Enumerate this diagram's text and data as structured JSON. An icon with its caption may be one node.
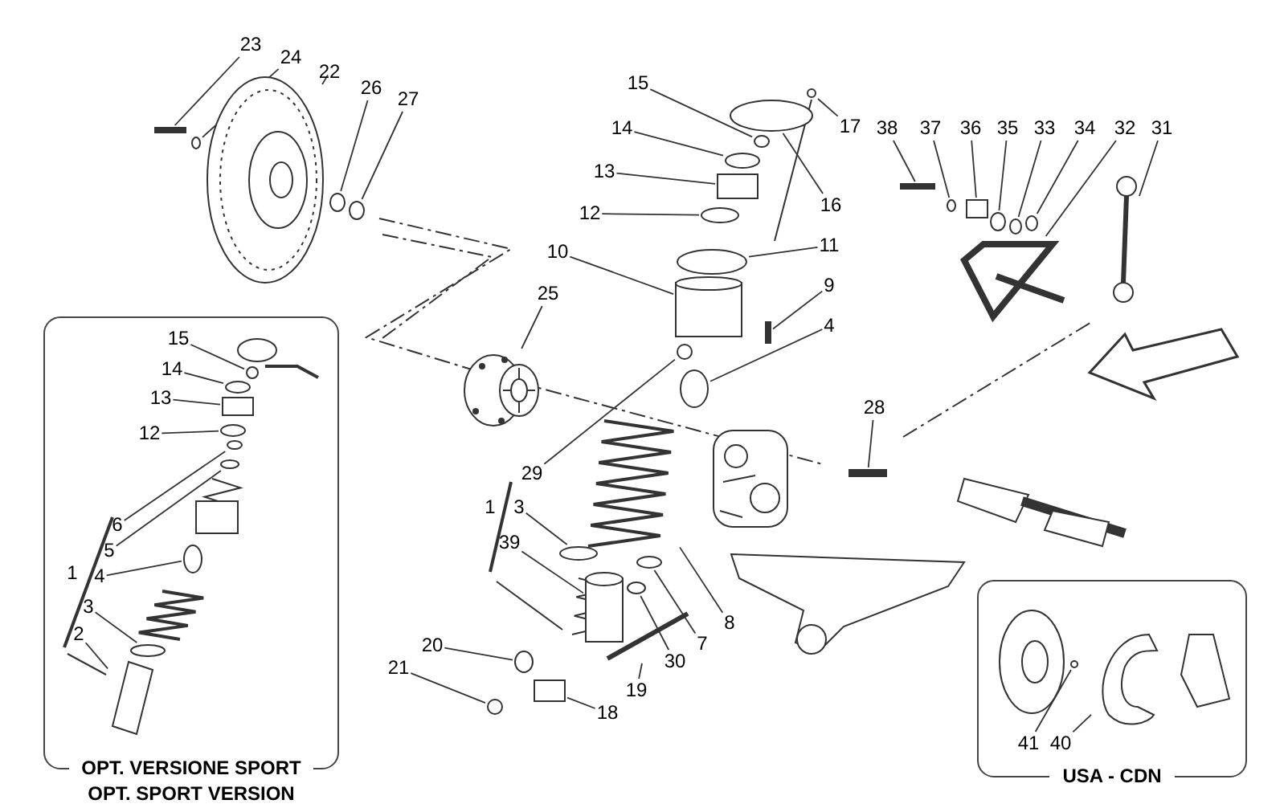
{
  "diagram": {
    "nodes": [
      {
        "text": [
          "OPT. VERSIONE SPORT",
          "OPT. SPORT VERSION"
        ]
      },
      {
        "text": [
          "USA - CDN"
        ]
      },
      {
        "text": [
          "23"
        ]
      },
      {
        "text": [
          "24"
        ]
      },
      {
        "text": [
          "22"
        ]
      },
      {
        "text": [
          "26"
        ]
      },
      {
        "text": [
          "27"
        ]
      },
      {
        "text": [
          "15"
        ]
      },
      {
        "text": [
          "14"
        ]
      },
      {
        "text": [
          "13"
        ]
      },
      {
        "text": [
          "12"
        ]
      },
      {
        "text": [
          "17"
        ]
      },
      {
        "text": [
          "16"
        ]
      },
      {
        "text": [
          "11"
        ]
      },
      {
        "text": [
          "10"
        ]
      },
      {
        "text": [
          "9"
        ]
      },
      {
        "text": [
          "25"
        ]
      },
      {
        "text": [
          "4"
        ]
      },
      {
        "text": [
          "29"
        ]
      },
      {
        "text": [
          "38"
        ]
      },
      {
        "text": [
          "37"
        ]
      },
      {
        "text": [
          "36"
        ]
      },
      {
        "text": [
          "35"
        ]
      },
      {
        "text": [
          "33"
        ]
      },
      {
        "text": [
          "34"
        ]
      },
      {
        "text": [
          "32"
        ]
      },
      {
        "text": [
          "31"
        ]
      },
      {
        "text": [
          "28"
        ]
      },
      {
        "text": [
          "3"
        ]
      },
      {
        "text": [
          "39"
        ]
      },
      {
        "text": [
          "8"
        ]
      },
      {
        "text": [
          "7"
        ]
      },
      {
        "text": [
          "30"
        ]
      },
      {
        "text": [
          "19"
        ]
      },
      {
        "text": [
          "18"
        ]
      },
      {
        "text": [
          "20"
        ]
      },
      {
        "text": [
          "21"
        ]
      },
      {
        "text": [
          "15"
        ],
        "in": 0
      },
      {
        "text": [
          "14"
        ],
        "in": 0
      },
      {
        "text": [
          "13"
        ],
        "in": 0
      },
      {
        "text": [
          "12"
        ],
        "in": 0
      },
      {
        "text": [
          "6"
        ],
        "in": 0
      },
      {
        "text": [
          "5"
        ],
        "in": 0
      },
      {
        "text": [
          "4"
        ],
        "in": 0
      },
      {
        "text": [
          "3"
        ],
        "in": 0
      },
      {
        "text": [
          "2"
        ],
        "in": 0
      },
      {
        "text": [
          "41"
        ],
        "in": 1
      },
      {
        "text": [
          "40"
        ],
        "in": 1
      },
      {
        "text": [],
        "shape": "bar"
      },
      {
        "text": [],
        "shape": "circle"
      },
      {
        "text": [],
        "shape": "picture"
      },
      {
        "text": [],
        "shape": "circle"
      },
      {
        "text": [],
        "shape": "circle"
      },
      {
        "text": [],
        "shape": "circle"
      },
      {
        "text": [],
        "shape": "circle"
      },
      {
        "text": [],
        "shape": "box"
      },
      {
        "text": [],
        "shape": "circle"
      },
      {
        "text": [],
        "shape": "circle"
      },
      {
        "text": [],
        "shape": "circle"
      },
      {
        "text": [],
        "shape": "circle"
      },
      {
        "text": [],
        "shape": "cylinder"
      },
      {
        "text": [],
        "shape": "bar"
      },
      {
        "text": [],
        "shape": "picture"
      },
      {
        "text": [],
        "shape": "circle"
      },
      {
        "text": [],
        "shape": "circle"
      },
      {
        "text": [],
        "shape": "bar"
      },
      {
        "text": [],
        "shape": "circle"
      },
      {
        "text": [],
        "shape": "box"
      },
      {
        "text": [],
        "shape": "circle"
      },
      {
        "text": [],
        "shape": "circle"
      },
      {
        "text": [],
        "shape": "circle"
      },
      {
        "text": [],
        "shape": "picture"
      },
      {
        "text": [],
        "shape": "picture"
      },
      {
        "text": [],
        "shape": "bar"
      },
      {
        "text": [],
        "shape": "circle"
      },
      {
        "text": [],
        "shape": "cylinder"
      },
      {
        "text": [],
        "shape": "picture"
      },
      {
        "text": [],
        "shape": "circle"
      },
      {
        "text": [],
        "shape": "circle"
      },
      {
        "text": [],
        "shape": "picture"
      },
      {
        "text": [],
        "shape": "box"
      },
      {
        "text": [],
        "shape": "circle"
      },
      {
        "text": [],
        "shape": "circle"
      },
      {
        "text": [],
        "shape": "circle",
        "in": 0
      },
      {
        "text": [],
        "shape": "circle",
        "in": 0
      },
      {
        "text": [],
        "shape": "box",
        "in": 0
      },
      {
        "text": [],
        "shape": "circle",
        "in": 0
      },
      {
        "text": [],
        "shape": "circle",
        "in": 0
      },
      {
        "text": [],
        "shape": "circle",
        "in": 0
      },
      {
        "text": [],
        "shape": "circle",
        "in": 0
      },
      {
        "text": [],
        "shape": "circle",
        "in": 0
      },
      {
        "text": [],
        "shape": "picture",
        "in": 0
      },
      {
        "text": [],
        "shape": "circle",
        "in": 1
      },
      {
        "text": [],
        "shape": "picture",
        "in": 1
      }
    ],
    "edges": [
      {
        "from": 2,
        "to": 48,
        "arrow": "none"
      },
      {
        "from": 3,
        "to": 49,
        "arrow": "none"
      },
      {
        "from": 4,
        "to": 50,
        "arrow": "none"
      },
      {
        "from": 5,
        "to": 51,
        "arrow": "none"
      },
      {
        "from": 6,
        "to": 52,
        "arrow": "none"
      },
      {
        "from": 7,
        "to": 53,
        "arrow": "none"
      },
      {
        "from": 8,
        "to": 54,
        "arrow": "none"
      },
      {
        "from": 9,
        "to": 55,
        "arrow": "none"
      },
      {
        "from": 10,
        "to": 56,
        "arrow": "none"
      },
      {
        "from": 11,
        "to": 57,
        "arrow": "none"
      },
      {
        "from": 12,
        "to": 58,
        "arrow": "none"
      },
      {
        "from": 13,
        "to": 59,
        "arrow": "none"
      },
      {
        "from": 14,
        "to": 60,
        "arrow": "none"
      },
      {
        "from": 15,
        "to": 61,
        "arrow": "none"
      },
      {
        "from": 16,
        "to": 62,
        "arrow": "none"
      },
      {
        "from": 17,
        "to": 63,
        "arrow": "none"
      },
      {
        "from": 18,
        "to": 64,
        "arrow": "none"
      },
      {
        "from": 19,
        "to": 65,
        "arrow": "none"
      },
      {
        "from": 20,
        "to": 66,
        "arrow": "none"
      },
      {
        "from": 21,
        "to": 67,
        "arrow": "none"
      },
      {
        "from": 22,
        "to": 68,
        "arrow": "none"
      },
      {
        "from": 23,
        "to": 69,
        "arrow": "none"
      },
      {
        "from": 24,
        "to": 70,
        "arrow": "none"
      },
      {
        "from": 25,
        "to": 71,
        "arrow": "none"
      },
      {
        "from": 26,
        "to": 72,
        "arrow": "none"
      },
      {
        "from": 27,
        "to": 73,
        "arrow": "none"
      },
      {
        "from": 28,
        "to": 74,
        "arrow": "none"
      },
      {
        "from": 29,
        "to": 75,
        "arrow": "none"
      },
      {
        "from": 30,
        "to": 76,
        "arrow": "none"
      },
      {
        "from": 31,
        "to": 77,
        "arrow": "none"
      },
      {
        "from": 32,
        "to": 78,
        "arrow": "none"
      },
      {
        "from": 33,
        "to": 79,
        "arrow": "none"
      },
      {
        "from": 34,
        "to": 80,
        "arrow": "none"
      },
      {
        "from": 35,
        "to": 81,
        "arrow": "none"
      },
      {
        "from": 36,
        "to": 82,
        "arrow": "none"
      },
      {
        "from": 37,
        "to": 83,
        "arrow": "none"
      },
      {
        "from": 38,
        "to": 84,
        "arrow": "none"
      },
      {
        "from": 39,
        "to": 85,
        "arrow": "none"
      },
      {
        "from": 40,
        "to": 86,
        "arrow": "none"
      },
      {
        "from": 41,
        "to": 87,
        "arrow": "none"
      },
      {
        "from": 42,
        "to": 88,
        "arrow": "none"
      },
      {
        "from": 43,
        "to": 89,
        "arrow": "none"
      },
      {
        "from": 44,
        "to": 90,
        "arrow": "none"
      },
      {
        "from": 45,
        "to": 91,
        "arrow": "none"
      },
      {
        "from": 46,
        "to": 92,
        "arrow": "none"
      },
      {
        "from": 47,
        "to": 93,
        "arrow": "none"
      }
    ],
    "labels": [
      "1",
      "1"
    ]
  }
}
